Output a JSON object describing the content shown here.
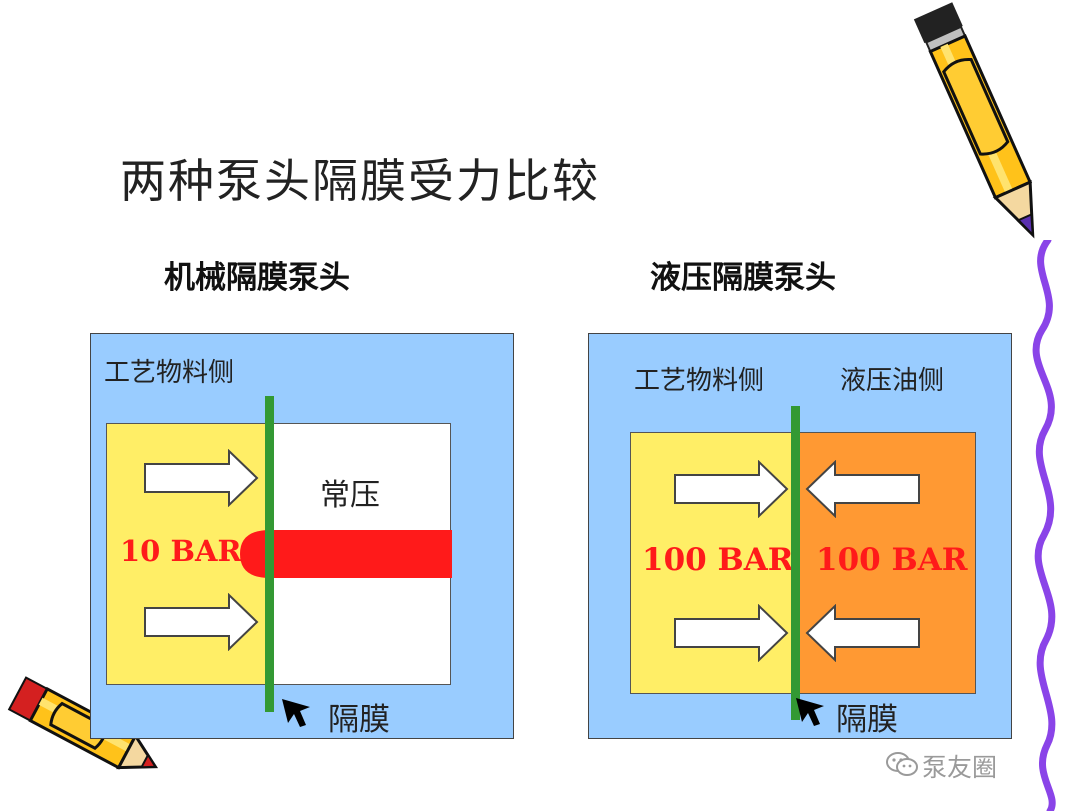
{
  "title": "两种泵头隔膜受力比较",
  "left_diagram": {
    "heading": "机械隔膜泵头",
    "process_side_label": "工艺物料侧",
    "atmospheric_label": "常压",
    "pressure_label": "10 BAR",
    "membrane_label": "隔膜"
  },
  "right_diagram": {
    "heading": "液压隔膜泵头",
    "process_side_label": "工艺物料侧",
    "oil_side_label": "液压油侧",
    "process_pressure_label": "100 BAR",
    "oil_pressure_label": "100 BAR",
    "membrane_label": "隔膜"
  },
  "watermark": "泵友圈",
  "colors": {
    "outer_panel": "#99ccff",
    "process_fluid": "#ffee66",
    "hydraulic_oil": "#ff9933",
    "membrane": "#339933",
    "deformation": "#ff1a1a",
    "pressure_text": "#ff1a1a"
  }
}
